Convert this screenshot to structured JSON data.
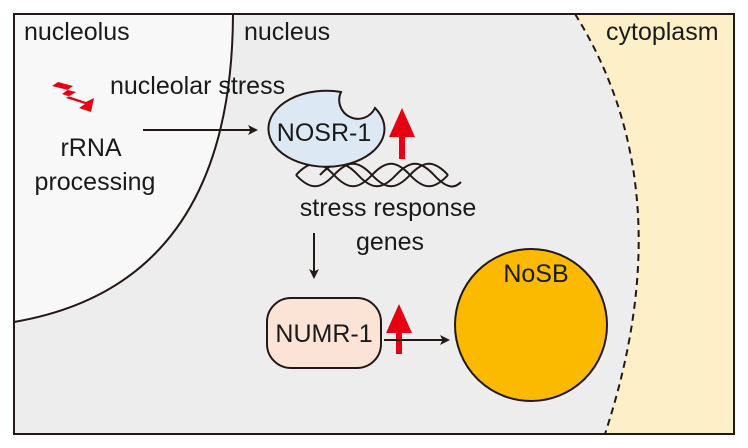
{
  "regions": {
    "nucleolus": "nucleolus",
    "nucleus": "nucleus",
    "cytoplasm": "cytoplasm"
  },
  "labels": {
    "nucleolar_stress": "nucleolar stress",
    "rrna_line1": "rRNA",
    "rrna_line2": "processing",
    "nosr1": "NOSR-1",
    "stress_line1": "stress response",
    "stress_line2": "genes",
    "numr1": "NUMR-1",
    "nosb": "NoSB"
  },
  "icons": {
    "stress": "lightning-bolt-icon",
    "upregulation": "up-arrow-icon"
  },
  "colors": {
    "nucleolus_fill": "#f7f8f7",
    "nucleus_fill": "#ededed",
    "cytoplasm_fill": "#fdf0c9",
    "nosr1_fill": "#dce9f5",
    "numr1_fill": "#fbe3d6",
    "nosb_fill": "#fbba00",
    "alert_red": "#e60012",
    "stroke": "#231815"
  }
}
